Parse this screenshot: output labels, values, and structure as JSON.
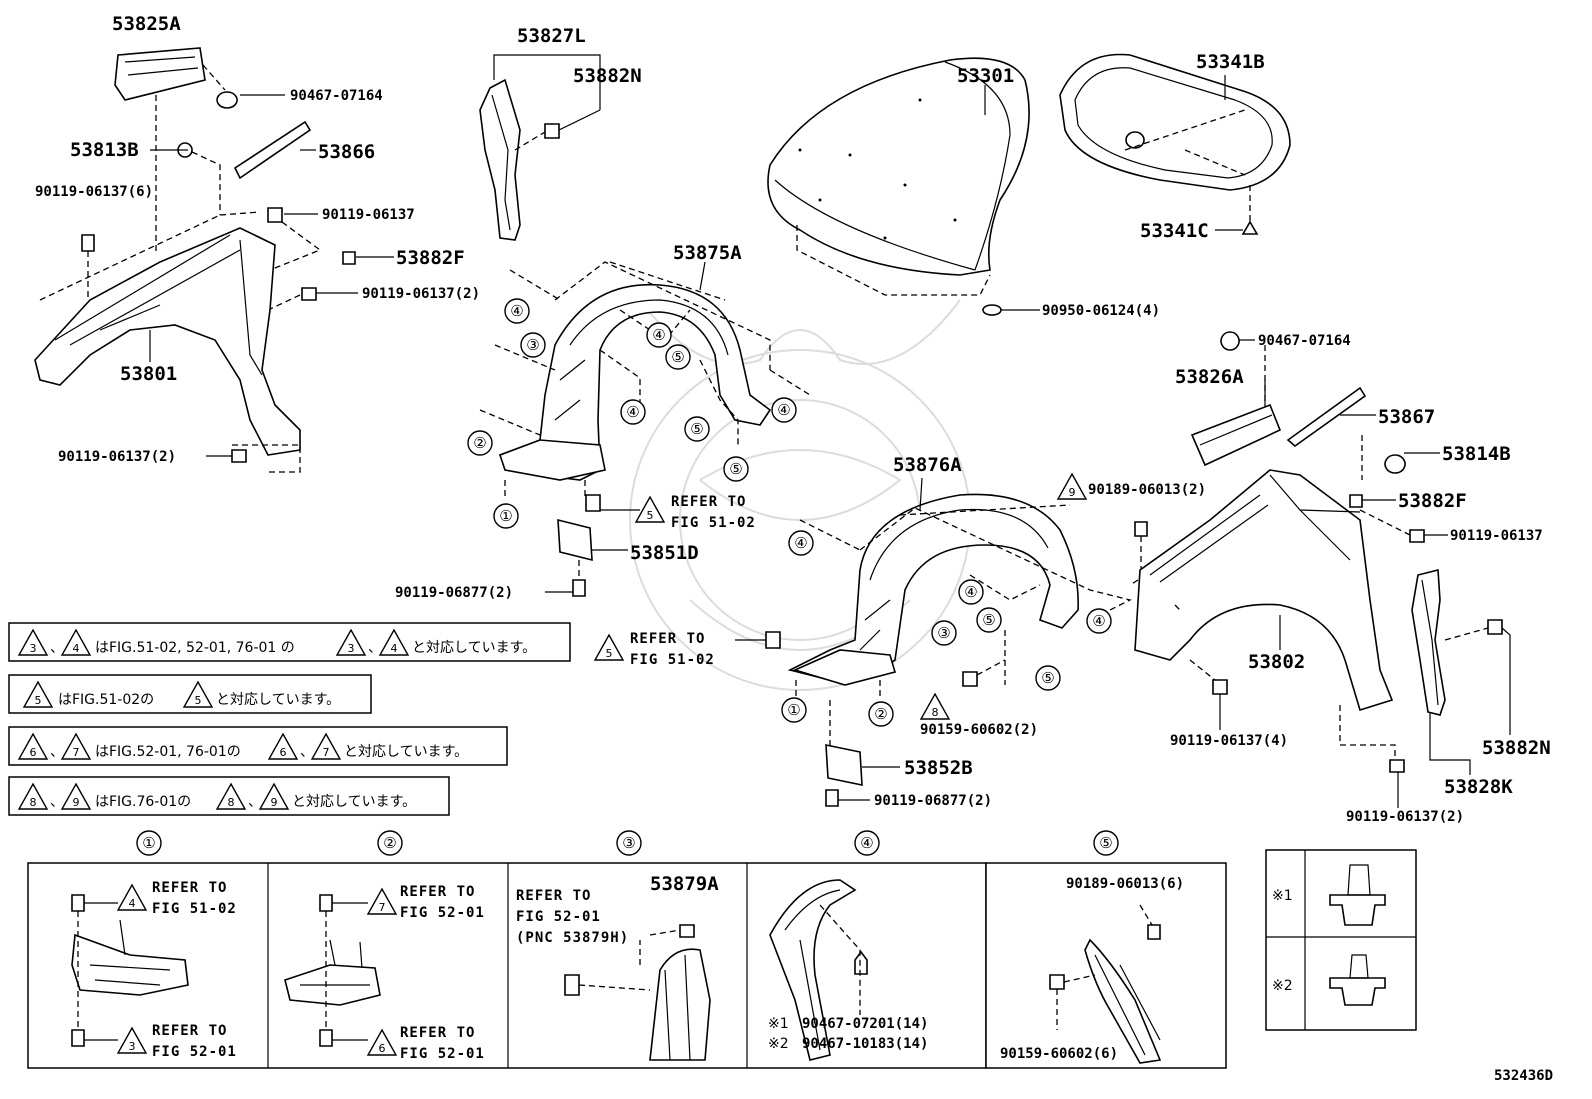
{
  "labels": {
    "p53825A": "53825A",
    "p90467_07164_a": "90467-07164",
    "p53813B": "53813B",
    "p53866": "53866",
    "p90119_06137_6": "90119-06137(6)",
    "p90119_06137_a": "90119-06137",
    "p53882F_a": "53882F",
    "p90119_06137_2a": "90119-06137(2)",
    "p53801": "53801",
    "p90119_06137_2b": "90119-06137(2)",
    "p53827L": "53827L",
    "p53882N_a": "53882N",
    "p53875A": "53875A",
    "p53851D": "53851D",
    "p90119_06877_2a": "90119-06877(2)",
    "p53301": "53301",
    "p53341B": "53341B",
    "p53341C": "53341C",
    "p90950_06124_4": "90950-06124(4)",
    "p90467_07164_b": "90467-07164",
    "p53826A": "53826A",
    "p53867": "53867",
    "p53814B": "53814B",
    "p53882F_b": "53882F",
    "p90189_06013_2": "90189-06013(2)",
    "p53876A": "53876A",
    "p90119_06137_b": "90119-06137",
    "p53802": "53802",
    "p90119_06137_4": "90119-06137(4)",
    "p53882N_b": "53882N",
    "p53828K": "53828K",
    "p90119_06137_2c": "90119-06137(2)",
    "p90159_60602_2": "90159-60602(2)",
    "p53852B": "53852B",
    "p90119_06877_2b": "90119-06877(2)",
    "refer_to": "REFER TO",
    "fig_51_02": "FIG 51-02",
    "fig_52_01": "FIG 52-01",
    "pnc_53879H": "(PNC 53879H)",
    "p53879A": "53879A",
    "p90467_07201_14": "90467-07201(14)",
    "p90467_10183_14": "90467-10183(14)",
    "p90189_06013_6": "90189-06013(6)",
    "p90159_60602_6": "90159-60602(6)",
    "diagram_id": "532436D"
  },
  "circled": {
    "c1": "①",
    "c2": "②",
    "c3": "③",
    "c4": "④",
    "c5": "⑤"
  },
  "triangles": {
    "t3": "3",
    "t4": "4",
    "t5": "5",
    "t6": "6",
    "t7": "7",
    "t8": "8",
    "t9": "9"
  },
  "notes": {
    "n1_sep": "、",
    "n1_text": "はFIG.51-02, 52-01, 76-01 の",
    "n1_end": "と対応しています。",
    "n2_text": "はFIG.51-02の",
    "n2_end": "と対応しています。",
    "n3_text": "はFIG.52-01, 76-01の",
    "n3_end": "と対応しています。",
    "n4_text": "はFIG.76-01の",
    "n4_end": "と対応しています。"
  },
  "legend": {
    "mark1": "※1",
    "mark2": "※2"
  },
  "detail_panels": [
    "①",
    "②",
    "③",
    "④",
    "⑤"
  ]
}
